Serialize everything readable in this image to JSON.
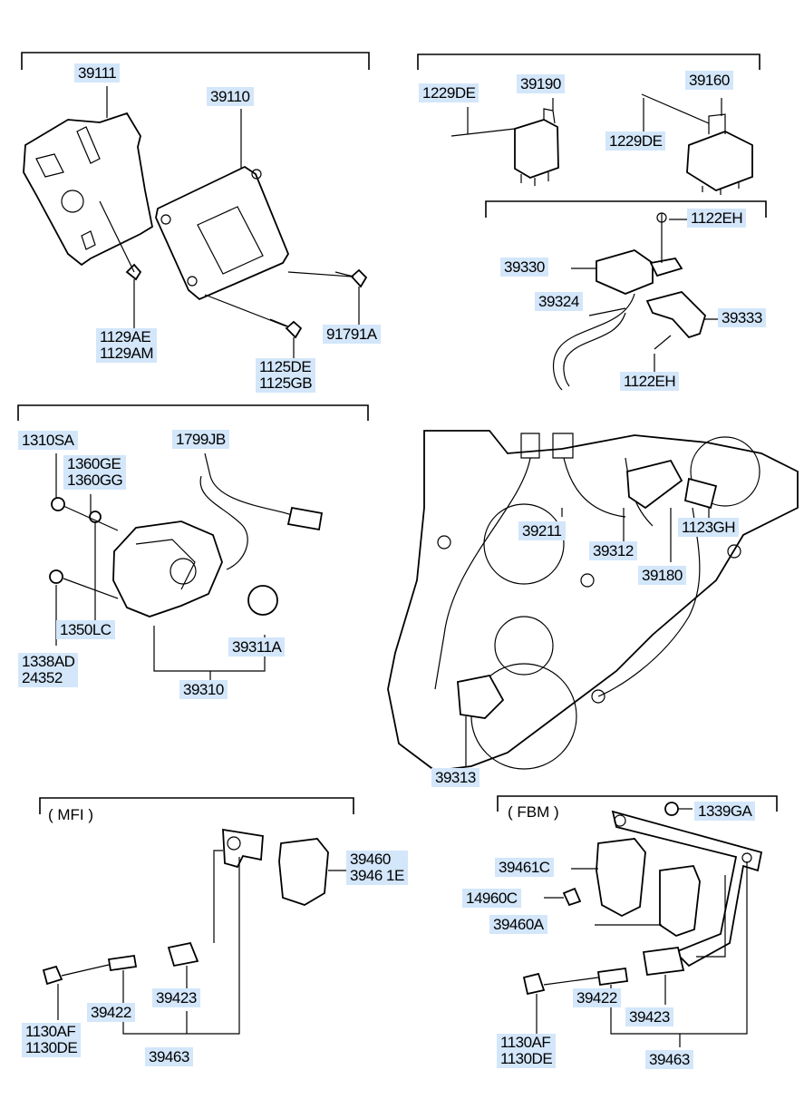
{
  "sections": {
    "mfi_title": "( MFI )",
    "fbm_title": "( FBM )"
  },
  "labels": {
    "l39111": "39111",
    "l39110": "39110",
    "l1129": "1129AE\n1129AM",
    "l1125": "1125DE\n1125GB",
    "l91791a": "91791A",
    "l1229de_a": "1229DE",
    "l39190": "39190",
    "l39160": "39160",
    "l1229de_b": "1229DE",
    "l1122eh_a": "1122EH",
    "l39330": "39330",
    "l39324": "39324",
    "l39333": "39333",
    "l1122eh_b": "1122EH",
    "l1310sa": "1310SA",
    "l1360": "1360GE\n1360GG",
    "l1799jb": "1799JB",
    "l1350lc": "1350LC",
    "l1338": "1338AD\n24352",
    "l39311a": "39311A",
    "l39310": "39310",
    "l39211": "39211",
    "l39312": "39312",
    "l1123gh": "1123GH",
    "l39180": "39180",
    "l39313": "39313",
    "l39460_mfi": "39460\n3946 1E",
    "l39422_mfi": "39422",
    "l39423_mfi": "39423",
    "l1130_mfi": "1130AF\n1130DE",
    "l39463_mfi": "39463",
    "l1339ga": "1339GA",
    "l39461c": "39461C",
    "l14960c": "14960C",
    "l39460a": "39460A",
    "l39422_fbm": "39422",
    "l39423_fbm": "39423",
    "l1130_fbm": "1130AF\n1130DE",
    "l39463_fbm": "39463"
  },
  "colors": {
    "label_bg": "#d3e6fa",
    "line": "#000000"
  }
}
